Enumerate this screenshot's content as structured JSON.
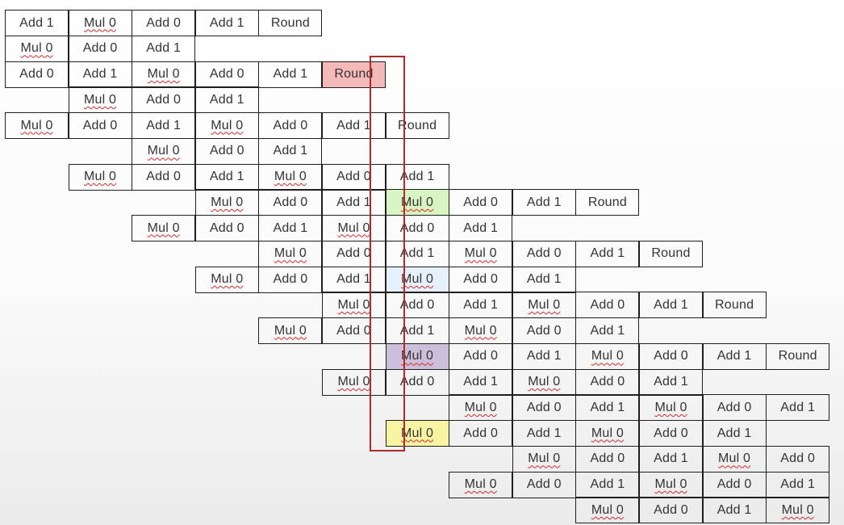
{
  "rows": [
    {
      "start": 0,
      "cells": [
        {
          "text": "Add 1"
        },
        {
          "text": "Mul 0"
        },
        {
          "text": "Add 0"
        },
        {
          "text": "Add 1"
        },
        {
          "text": "Round"
        }
      ]
    },
    {
      "start": 0,
      "cells": [
        {
          "text": "Mul 0"
        },
        {
          "text": "Add 0"
        },
        {
          "text": "Add 1"
        }
      ]
    },
    {
      "start": 0,
      "cells": [
        {
          "text": "Add 0"
        },
        {
          "text": "Add 1"
        },
        {
          "text": "Mul 0"
        },
        {
          "text": "Add 0"
        },
        {
          "text": "Add 1"
        },
        {
          "text": "Round",
          "highlight": "#f4b9b9"
        }
      ]
    },
    {
      "start": 1,
      "cells": [
        {
          "text": "Mul 0"
        },
        {
          "text": "Add 0"
        },
        {
          "text": "Add 1"
        }
      ]
    },
    {
      "start": 0,
      "cells": [
        {
          "text": "Mul 0"
        },
        {
          "text": "Add 0"
        },
        {
          "text": "Add 1"
        },
        {
          "text": "Mul 0"
        },
        {
          "text": "Add 0"
        },
        {
          "text": "Add 1"
        },
        {
          "text": "Round"
        }
      ]
    },
    {
      "start": 2,
      "cells": [
        {
          "text": "Mul 0"
        },
        {
          "text": "Add 0"
        },
        {
          "text": "Add 1"
        }
      ]
    },
    {
      "start": 1,
      "cells": [
        {
          "text": "Mul 0"
        },
        {
          "text": "Add 0"
        },
        {
          "text": "Add 1"
        },
        {
          "text": "Mul 0"
        },
        {
          "text": "Add 0"
        },
        {
          "text": "Add 1"
        }
      ]
    },
    {
      "start": 3,
      "cells": [
        {
          "text": "Mul 0"
        },
        {
          "text": "Add 0"
        },
        {
          "text": "Add 1"
        },
        {
          "text": "Mul 0",
          "highlight": "#d9f4c3"
        },
        {
          "text": "Add 0"
        },
        {
          "text": "Add 1"
        },
        {
          "text": "Round"
        }
      ]
    },
    {
      "start": 2,
      "cells": [
        {
          "text": "Mul 0"
        },
        {
          "text": "Add 0"
        },
        {
          "text": "Add 1"
        },
        {
          "text": "Mul 0"
        },
        {
          "text": "Add 0"
        },
        {
          "text": "Add 1"
        }
      ]
    },
    {
      "start": 4,
      "cells": [
        {
          "text": "Mul 0"
        },
        {
          "text": "Add 0"
        },
        {
          "text": "Add 1"
        },
        {
          "text": "Mul 0"
        },
        {
          "text": "Add 0"
        },
        {
          "text": "Add 1"
        },
        {
          "text": "Round"
        }
      ]
    },
    {
      "start": 3,
      "cells": [
        {
          "text": "Mul 0"
        },
        {
          "text": "Add 0"
        },
        {
          "text": "Add 1"
        },
        {
          "text": "Mul 0",
          "highlight": "#e6f0fb"
        },
        {
          "text": "Add 0"
        },
        {
          "text": "Add 1"
        }
      ]
    },
    {
      "start": 5,
      "cells": [
        {
          "text": "Mul 0"
        },
        {
          "text": "Add 0"
        },
        {
          "text": "Add 1"
        },
        {
          "text": "Mul 0"
        },
        {
          "text": "Add 0"
        },
        {
          "text": "Add 1"
        },
        {
          "text": "Round"
        }
      ]
    },
    {
      "start": 4,
      "cells": [
        {
          "text": "Mul 0"
        },
        {
          "text": "Add 0"
        },
        {
          "text": "Add 1"
        },
        {
          "text": "Mul 0"
        },
        {
          "text": "Add 0"
        },
        {
          "text": "Add 1"
        }
      ]
    },
    {
      "start": 6,
      "cells": [
        {
          "text": "Mul 0",
          "highlight": "#cbbfdb"
        },
        {
          "text": "Add 0"
        },
        {
          "text": "Add 1"
        },
        {
          "text": "Mul 0"
        },
        {
          "text": "Add 0"
        },
        {
          "text": "Add 1"
        },
        {
          "text": "Round"
        }
      ]
    },
    {
      "start": 5,
      "cells": [
        {
          "text": "Mul 0"
        },
        {
          "text": "Add 0"
        },
        {
          "text": "Add 1"
        },
        {
          "text": "Mul 0"
        },
        {
          "text": "Add 0"
        },
        {
          "text": "Add 1"
        }
      ]
    },
    {
      "start": 7,
      "cells": [
        {
          "text": "Mul 0"
        },
        {
          "text": "Add 0"
        },
        {
          "text": "Add 1"
        },
        {
          "text": "Mul 0"
        },
        {
          "text": "Add 0"
        },
        {
          "text": "Add 1"
        }
      ]
    },
    {
      "start": 6,
      "cells": [
        {
          "text": "Mul 0",
          "highlight": "#f8f4a4"
        },
        {
          "text": "Add 0"
        },
        {
          "text": "Add 1"
        },
        {
          "text": "Mul 0"
        },
        {
          "text": "Add 0"
        },
        {
          "text": "Add 1"
        }
      ]
    },
    {
      "start": 8,
      "cells": [
        {
          "text": "Mul 0"
        },
        {
          "text": "Add 0"
        },
        {
          "text": "Add 1"
        },
        {
          "text": "Mul 0"
        },
        {
          "text": "Add 0"
        }
      ]
    },
    {
      "start": 7,
      "cells": [
        {
          "text": "Mul 0"
        },
        {
          "text": "Add 0"
        },
        {
          "text": "Add 1"
        },
        {
          "text": "Mul 0"
        },
        {
          "text": "Add 0"
        },
        {
          "text": "Add 1"
        }
      ]
    },
    {
      "start": 9,
      "cells": [
        {
          "text": "Mul 0"
        },
        {
          "text": "Add 0"
        },
        {
          "text": "Add 1"
        },
        {
          "text": "Mul 0"
        }
      ]
    }
  ],
  "highlight_box": {
    "color": "#b02a2a"
  },
  "colors": {
    "border": "#1f1f1f",
    "text": "#333333",
    "spellcheck_underline": "#d42a2a"
  }
}
